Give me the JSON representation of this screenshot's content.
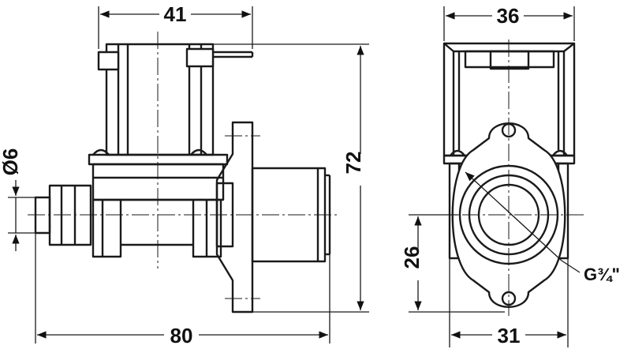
{
  "drawing": {
    "left_view": {
      "dim_top_width": "41",
      "dim_bottom_length": "80",
      "dim_right_height": "72",
      "dim_inlet_diameter": "Ø6"
    },
    "right_view": {
      "dim_top_width": "36",
      "dim_bottom_width": "31",
      "dim_left_height": "26",
      "thread_callout": "G¾\""
    }
  }
}
